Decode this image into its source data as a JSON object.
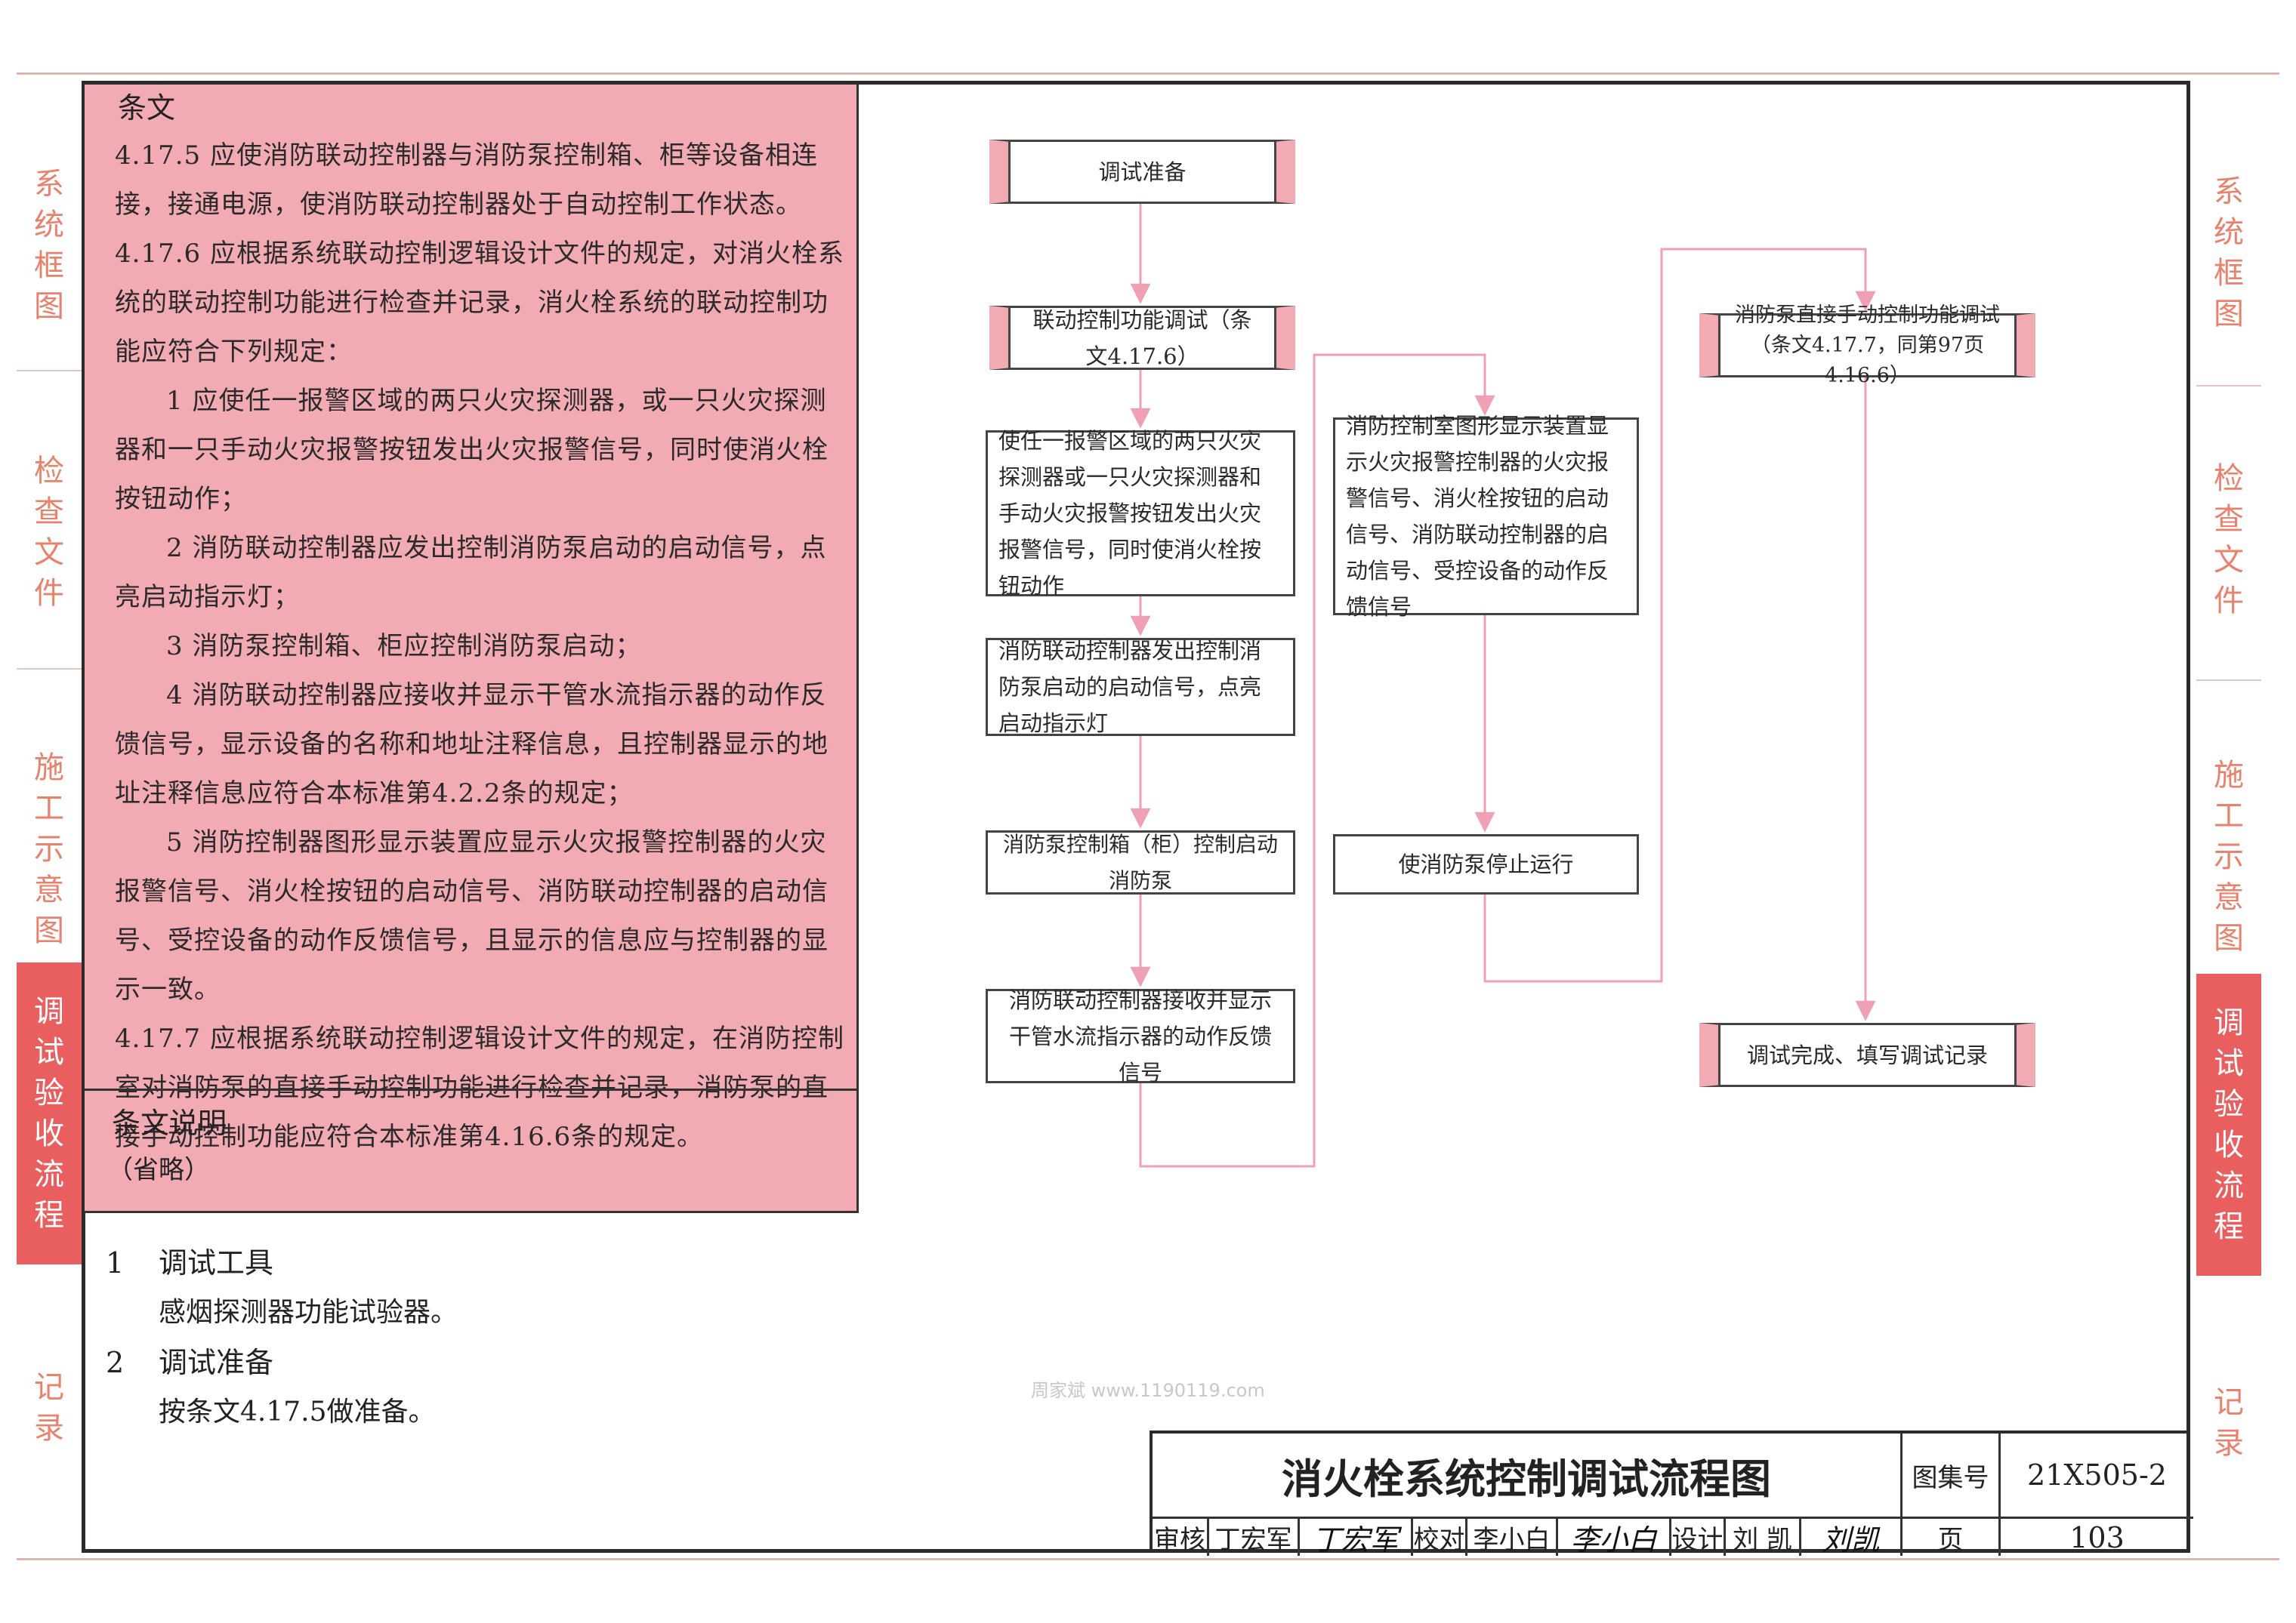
{
  "side_tabs": [
    {
      "label": "系统框图",
      "active": false
    },
    {
      "label": "检查文件",
      "active": false
    },
    {
      "label": "施工示意图",
      "active": false
    },
    {
      "label": "调试验收流程",
      "active": true
    },
    {
      "label": "记录",
      "active": false
    }
  ],
  "clause": {
    "heading": "条文",
    "paragraphs": [
      {
        "text": "4.17.5 应使消防联动控制器与消防泵控制箱、柜等设备相连接，接通电源，使消防联动控制器处于自动控制工作状态。",
        "indent": false
      },
      {
        "text": "4.17.6 应根据系统联动控制逻辑设计文件的规定，对消火栓系统的联动控制功能进行检查并记录，消火栓系统的联动控制功能应符合下列规定：",
        "indent": false
      },
      {
        "text": "1 应使任一报警区域的两只火灾探测器，或一只火灾探测器和一只手动火灾报警按钮发出火灾报警信号，同时使消火栓按钮动作；",
        "indent": true
      },
      {
        "text": "2 消防联动控制器应发出控制消防泵启动的启动信号，点亮启动指示灯；",
        "indent": true
      },
      {
        "text": "3 消防泵控制箱、柜应控制消防泵启动；",
        "indent": true
      },
      {
        "text": "4 消防联动控制器应接收并显示干管水流指示器的动作反馈信号，显示设备的名称和地址注释信息，且控制器显示的地址注释信息应符合本标准第4.2.2条的规定；",
        "indent": true
      },
      {
        "text": "5 消防控制器图形显示装置应显示火灾报警控制器的火灾报警信号、消火栓按钮的启动信号、消防联动控制器的启动信号、受控设备的动作反馈信号，且显示的信息应与控制器的显示一致。",
        "indent": true
      },
      {
        "text": "4.17.7 应根据系统联动控制逻辑设计文件的规定，在消防控制室对消防泵的直接手动控制功能进行检查并记录，消防泵的直接手动控制功能应符合本标准第4.16.6条的规定。",
        "indent": false
      }
    ]
  },
  "explanation": {
    "heading": "条文说明",
    "text": "（省略）"
  },
  "notes": [
    {
      "num": "1",
      "title": "调试工具",
      "body": "感烟探测器功能试验器。"
    },
    {
      "num": "2",
      "title": "调试准备",
      "body": "按条文4.17.5做准备。"
    }
  ],
  "flow": {
    "prep": "调试准备",
    "linkage_test": "联动控制功能调试（条文4.17.6）",
    "step1": "使任一报警区域的两只火灾探测器或一只火灾探测器和手动火灾报警按钮发出火灾报警信号，同时使消火栓按钮动作",
    "step2": "消防联动控制器发出控制消防泵启动的启动信号，点亮启动指示灯",
    "step3": "消防泵控制箱（柜）控制启动消防泵",
    "step4": "消防联动控制器接收并显示干管水流指示器的动作反馈信号",
    "step5": "消防控制室图形显示装置显示火灾报警控制器的火灾报警信号、消火栓按钮的启动信号、消防联动控制器的启动信号、受控设备的动作反馈信号",
    "step6": "使消防泵停止运行",
    "manual_test": "消防泵直接手动控制功能调试（条文4.17.7，同第97页4.16.6）",
    "done": "调试完成、填写调试记录"
  },
  "watermark": "周家斌 www.1190119.com",
  "title_block": {
    "title": "消火栓系统控制调试流程图",
    "atlas_label": "图集号",
    "atlas_no": "21X505-2",
    "review_label": "审核",
    "reviewer": "丁宏军",
    "reviewer_sig": "丁宏军",
    "check_label": "校对",
    "checker": "李小白",
    "checker_sig": "李小白",
    "design_label": "设计",
    "designer": "刘 凯",
    "designer_sig": "刘凯",
    "page_label": "页",
    "page_no": "103"
  },
  "colors": {
    "pink": "#f2aab3",
    "accent_tab": "#e95f5f",
    "tab_text": "#e8826c",
    "arrow": "#f0a0b4"
  }
}
